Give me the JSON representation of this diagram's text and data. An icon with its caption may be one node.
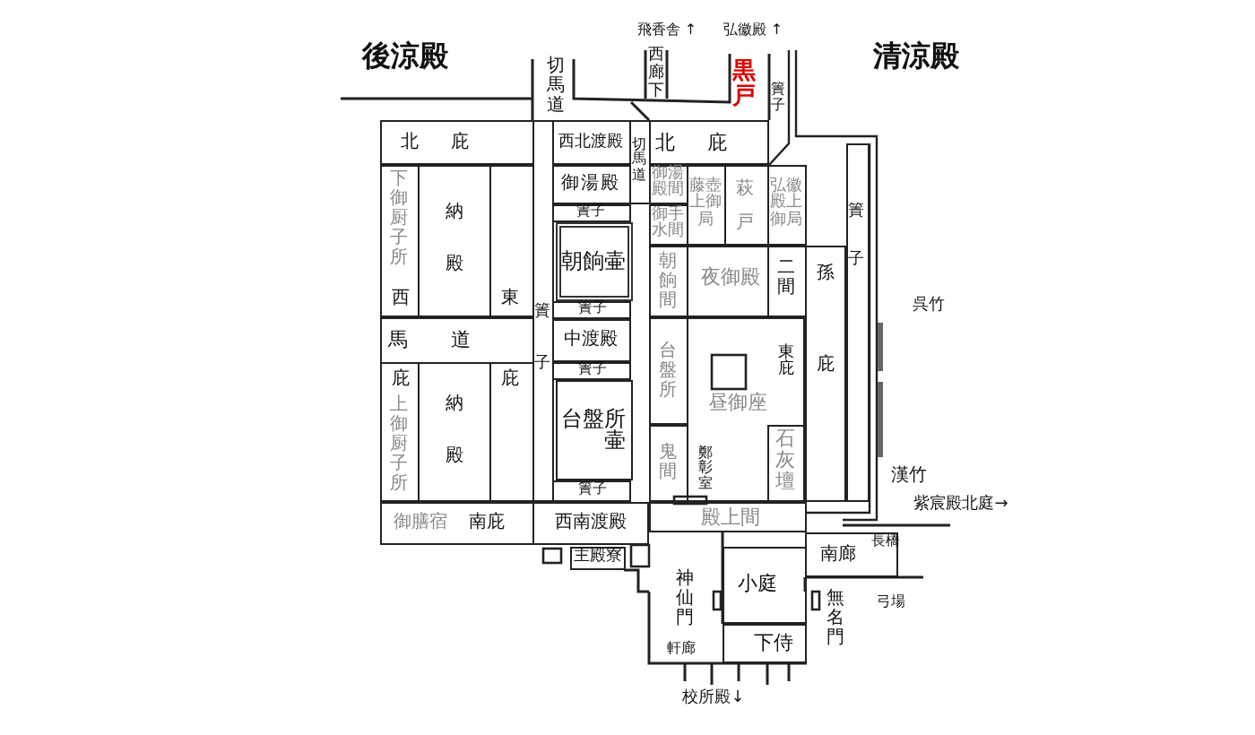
{
  "diagram": {
    "nodes": [
      {
        "text": [
          "北庇"
        ]
      },
      {
        "text": [
          "下御厨子所",
          "西"
        ]
      },
      {
        "text": [
          "納殿"
        ]
      },
      {
        "text": [
          "東"
        ]
      },
      {
        "text": [
          "馬道"
        ]
      },
      {
        "text": [
          "庇",
          "上御厨子所"
        ]
      },
      {
        "text": [
          "納殿"
        ]
      },
      {
        "text": [
          "庇"
        ]
      },
      {
        "text": [
          "御膳宿",
          "南庇"
        ]
      },
      {
        "text": [
          "西北渡殿"
        ]
      },
      {
        "text": [
          "御湯殿"
        ]
      },
      {
        "text": [
          "簀子"
        ]
      },
      {
        "text": [
          "朝餉壷"
        ]
      },
      {
        "text": [
          "簀子"
        ]
      },
      {
        "text": [
          "中渡殿"
        ]
      },
      {
        "text": [
          "簀子"
        ]
      },
      {
        "text": [
          "台盤所壷"
        ]
      },
      {
        "text": [
          "簀子"
        ]
      },
      {
        "text": [
          "西南渡殿"
        ]
      },
      {
        "text": [
          "主殿寮"
        ]
      },
      {
        "text": [
          "簀子"
        ]
      },
      {
        "text": [
          "切馬道"
        ]
      },
      {
        "text": [
          "北庇"
        ]
      },
      {
        "text": [
          "御湯殿間"
        ]
      },
      {
        "text": [
          "御手水間"
        ]
      },
      {
        "text": [
          "藤壺上御局"
        ]
      },
      {
        "text": [
          "萩戸"
        ]
      },
      {
        "text": [
          "弘徽殿上御局"
        ]
      },
      {
        "text": [
          "簀子"
        ]
      },
      {
        "text": [
          "朝餉間"
        ]
      },
      {
        "text": [
          "夜御殿"
        ]
      },
      {
        "text": [
          "二間"
        ]
      },
      {
        "text": [
          "孫庇"
        ]
      },
      {
        "text": [
          "台盤所"
        ]
      },
      {
        "text": [
          "昼御座",
          "東庇",
          "鄭彰室"
        ]
      },
      {
        "text": [
          "鬼間"
        ]
      },
      {
        "text": [
          "石灰壇"
        ],
        "in": 34
      },
      {
        "text": [
          "殿上間"
        ]
      },
      {
        "text": [
          "南廊"
        ]
      },
      {
        "text": [
          "小庭"
        ]
      },
      {
        "text": [
          "下侍"
        ]
      }
    ],
    "labels": [
      "飛香舎 ↑",
      "弘徽殿 ↑",
      "後涼殿",
      "切馬道",
      "西廊下",
      "黒戸",
      "簀子",
      "清涼殿",
      "呉竹",
      "漢竹",
      "紫宸殿北庭→",
      "長橋",
      "神仙門",
      "無名門",
      "弓場",
      "軒廊",
      "校所殿↓"
    ]
  }
}
